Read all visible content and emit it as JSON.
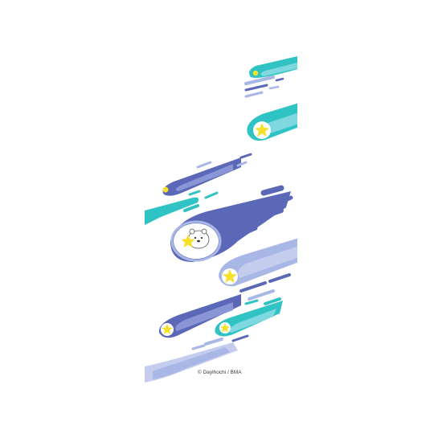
{
  "artwork": {
    "copyright": "© Daylhochi / BMA",
    "colors": {
      "teal": "#2fc3c3",
      "teal_light": "#7fd8e0",
      "navy": "#5b68b8",
      "periwinkle": "#a9b7e6",
      "lavender": "#c4cdee",
      "star": "#f6e12a",
      "background": "#ffffff"
    },
    "motifs": [
      "comet-teal",
      "comet-navy",
      "comet-periwinkle",
      "star-icon",
      "polar-bear-character"
    ]
  }
}
